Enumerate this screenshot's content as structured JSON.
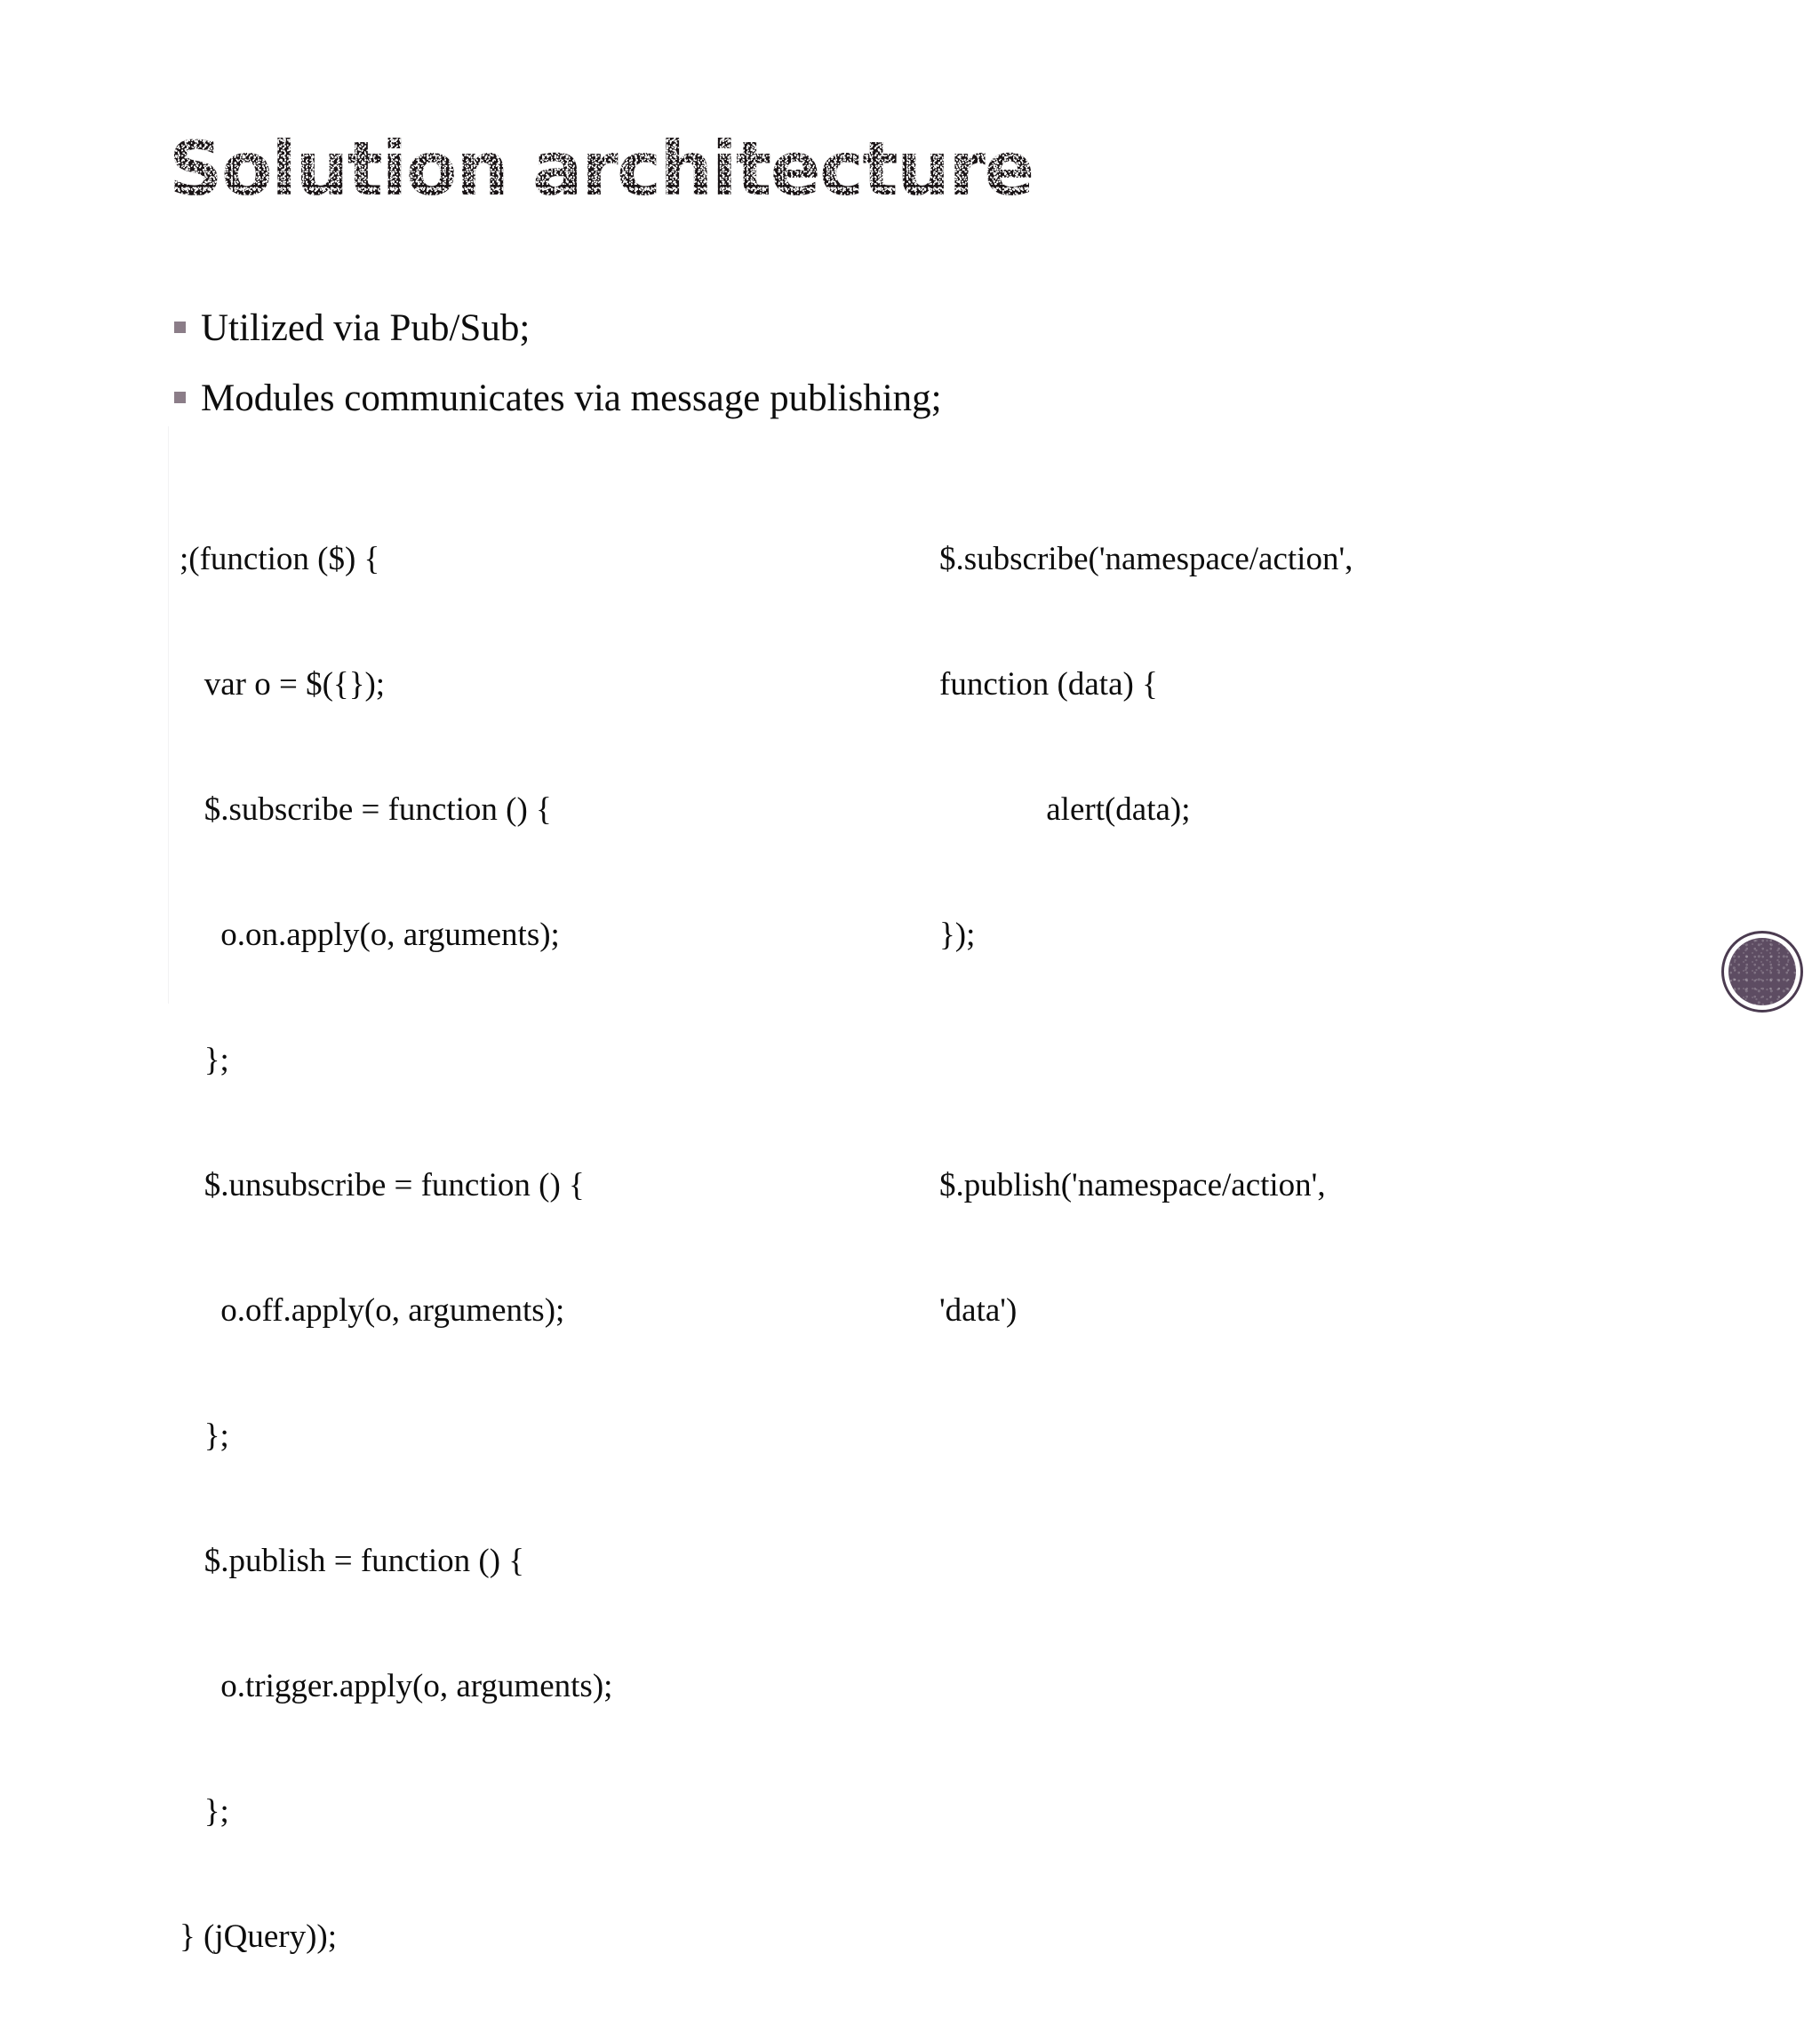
{
  "slide": {
    "title": "Solution architecture",
    "background_color": "#ffffff",
    "text_color": "#0d0d0d",
    "bullet_marker_color": "#8b7d88",
    "accent_color": "#5d4c62"
  },
  "bullets": [
    {
      "text": "Utilized via Pub/Sub;"
    },
    {
      "text": "Modules communicates via message publishing;"
    }
  ],
  "code_left": {
    "lines": [
      ";(function ($) {",
      "   var o = $({});",
      "   $.subscribe = function () {",
      "     o.on.apply(o, arguments);",
      "   };",
      "   $.unsubscribe = function () {",
      "     o.off.apply(o, arguments);",
      "   };",
      "   $.publish = function () {",
      "     o.trigger.apply(o, arguments);",
      "   };",
      "} (jQuery));"
    ]
  },
  "code_right": {
    "lines": [
      "$.subscribe('namespace/action',",
      "function (data) {",
      "             alert(data);",
      "});",
      "",
      "$.publish('namespace/action',",
      "'data')"
    ]
  },
  "corner_logo": {
    "name": "circular-badge-logo",
    "label": "",
    "color": "#5d4c62"
  }
}
